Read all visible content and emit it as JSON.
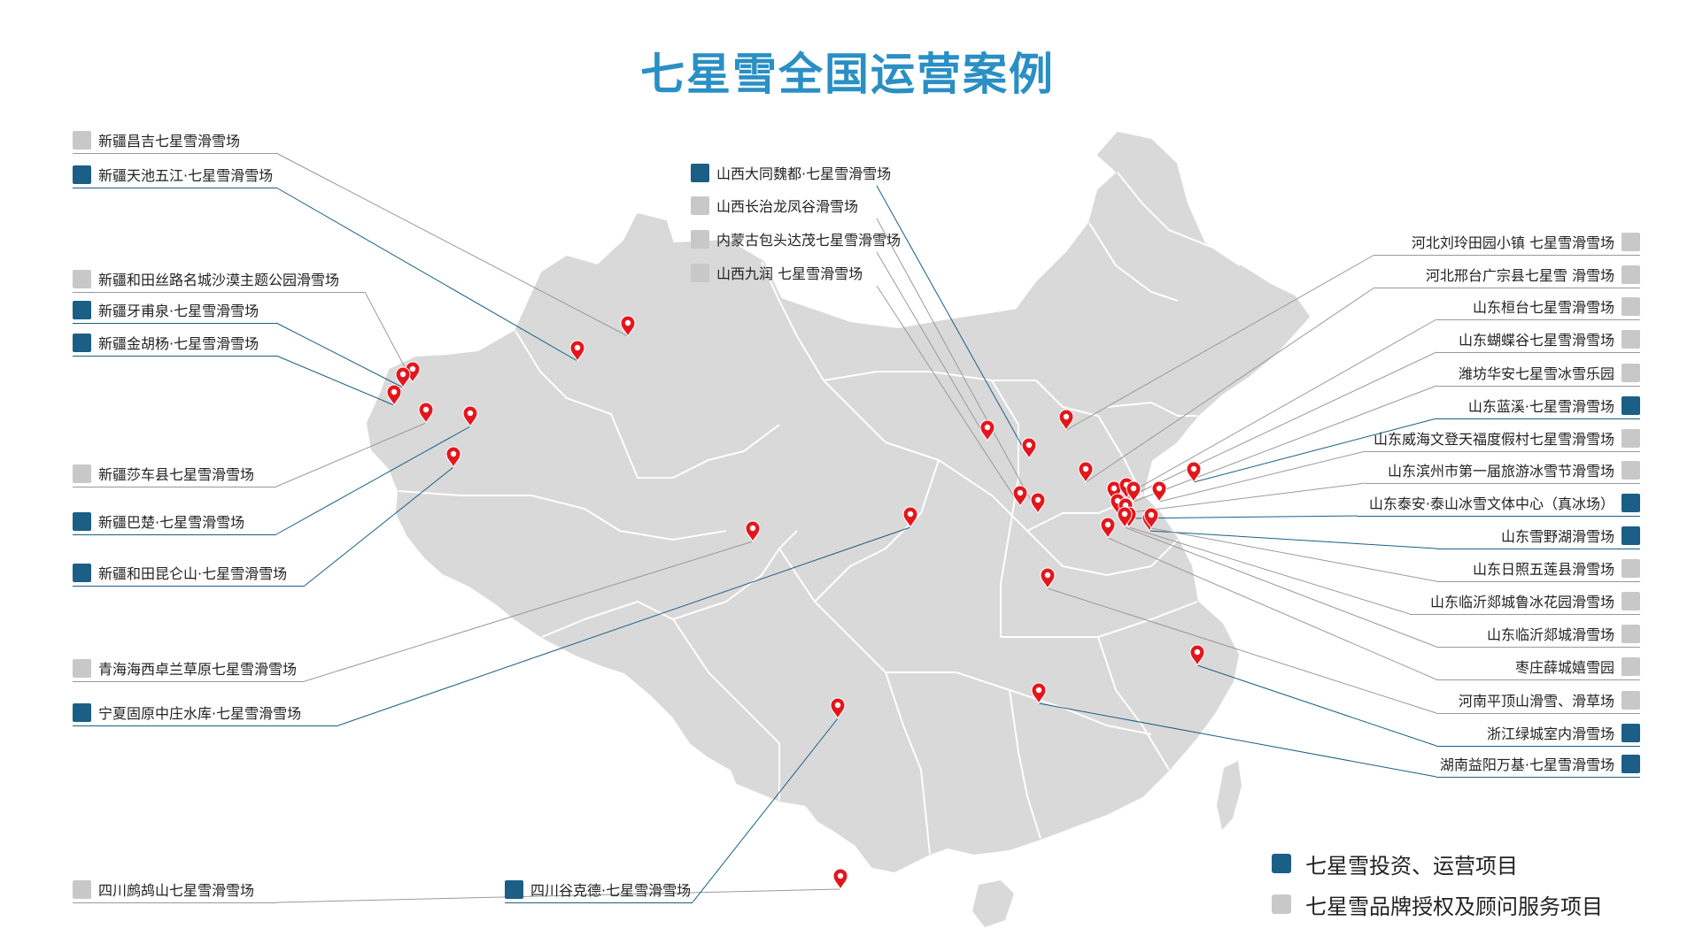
{
  "title": "七星雪全国运营案例",
  "colors": {
    "map_fill": "#d9d9d9",
    "border": "#ffffff",
    "invest": "#1b5e86",
    "license": "#c8c8c8",
    "pin": "#e4161c",
    "title": "#2a8fc4"
  },
  "icons": {
    "pin": "map-pin-icon"
  },
  "legend": [
    {
      "type": "invest",
      "text": "七星雪投资、运营项目"
    },
    {
      "type": "license",
      "text": "七星雪品牌授权及顾问服务项目"
    }
  ],
  "labels_left": [
    {
      "text": "新疆昌吉七星雪滑雪场",
      "type": "license"
    },
    {
      "text": "新疆天池五江·七星雪滑雪场",
      "type": "invest"
    },
    {
      "text": "新疆和田丝路名城沙漠主题公园滑雪场",
      "type": "license"
    },
    {
      "text": "新疆牙甫泉·七星雪滑雪场",
      "type": "invest"
    },
    {
      "text": "新疆金胡杨·七星雪滑雪场",
      "type": "invest"
    },
    {
      "text": "新疆莎车县七星雪滑雪场",
      "type": "license"
    },
    {
      "text": "新疆巴楚·七星雪滑雪场",
      "type": "invest"
    },
    {
      "text": "新疆和田昆仑山·七星雪滑雪场",
      "type": "invest"
    },
    {
      "text": "青海海西卓兰草原七星雪滑雪场",
      "type": "license"
    },
    {
      "text": "宁夏固原中庄水库·七星雪滑雪场",
      "type": "invest"
    },
    {
      "text": "四川鹧鸪山七星雪滑雪场",
      "type": "license"
    }
  ],
  "labels_top": [
    {
      "text": "山西大同魏都·七星雪滑雪场",
      "type": "invest"
    },
    {
      "text": "山西长治龙凤谷滑雪场",
      "type": "license"
    },
    {
      "text": "内蒙古包头达茂七星雪滑雪场",
      "type": "license"
    },
    {
      "text": "山西九润 七星雪滑雪场",
      "type": "license"
    }
  ],
  "labels_bottom": [
    {
      "text": "四川谷克德·七星雪滑雪场",
      "type": "invest"
    }
  ],
  "labels_right": [
    {
      "text": "河北刘玲田园小镇 七星雪滑雪场",
      "type": "license"
    },
    {
      "text": "河北邢台广宗县七星雪 滑雪场",
      "type": "license"
    },
    {
      "text": "山东桓台七星雪滑雪场",
      "type": "license"
    },
    {
      "text": "山东蝴蝶谷七星雪滑雪场",
      "type": "license"
    },
    {
      "text": "潍坊华安七星雪冰雪乐园",
      "type": "license"
    },
    {
      "text": "山东蓝溪·七星雪滑雪场",
      "type": "invest"
    },
    {
      "text": "山东威海文登天福度假村七星雪滑雪场",
      "type": "license"
    },
    {
      "text": "山东滨州市第一届旅游冰雪节滑雪场",
      "type": "license"
    },
    {
      "text": "山东泰安·泰山冰雪文体中心（真冰场）",
      "type": "invest"
    },
    {
      "text": "山东雪野湖滑雪场",
      "type": "invest"
    },
    {
      "text": "山东日照五莲县滑雪场",
      "type": "license"
    },
    {
      "text": "山东临沂郯城鲁冰花园滑雪场",
      "type": "license"
    },
    {
      "text": "山东临沂郯城滑雪场",
      "type": "license"
    },
    {
      "text": "枣庄薛城嬉雪园",
      "type": "license"
    },
    {
      "text": "河南平顶山滑雪、滑草场",
      "type": "license"
    },
    {
      "text": "浙江绿城室内滑雪场",
      "type": "invest"
    },
    {
      "text": "湖南益阳万基·七星雪滑雪场",
      "type": "invest"
    }
  ]
}
